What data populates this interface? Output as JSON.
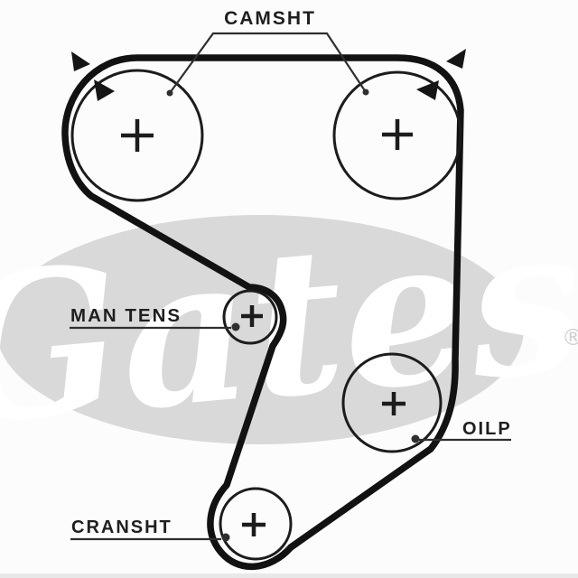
{
  "diagram": {
    "type": "timing-belt-routing",
    "labels": {
      "camshaft": "CAMSHT",
      "manual_tensioner": "MAN TENS",
      "oil_pump": "OILP",
      "crankshaft": "CRANSHT"
    },
    "watermark": {
      "brand": "Gates",
      "registered_mark": "®"
    },
    "colors": {
      "belt": "#121212",
      "leader_line": "#2f2f2f",
      "label_text": "#1f1f1f",
      "watermark_gray": "#d9d9d9",
      "background": "#fcfcfc",
      "bottom_strip": "#e8e8e8"
    }
  }
}
